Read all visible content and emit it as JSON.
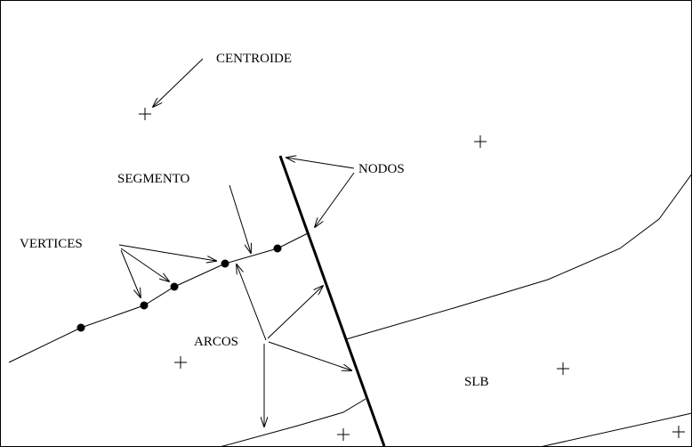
{
  "labels": {
    "centroide": "CENTROIDE",
    "nodos": "NODOS",
    "segmento": "SEGMENTO",
    "vertices": "VERTICES",
    "arcos": "ARCOS",
    "slb": "SLB"
  },
  "colors": {
    "ink": "#000000",
    "background": "#ffffff"
  },
  "icons": {
    "centroid_marker": "plus-icon",
    "vertex_marker": "filled-dot-icon"
  }
}
